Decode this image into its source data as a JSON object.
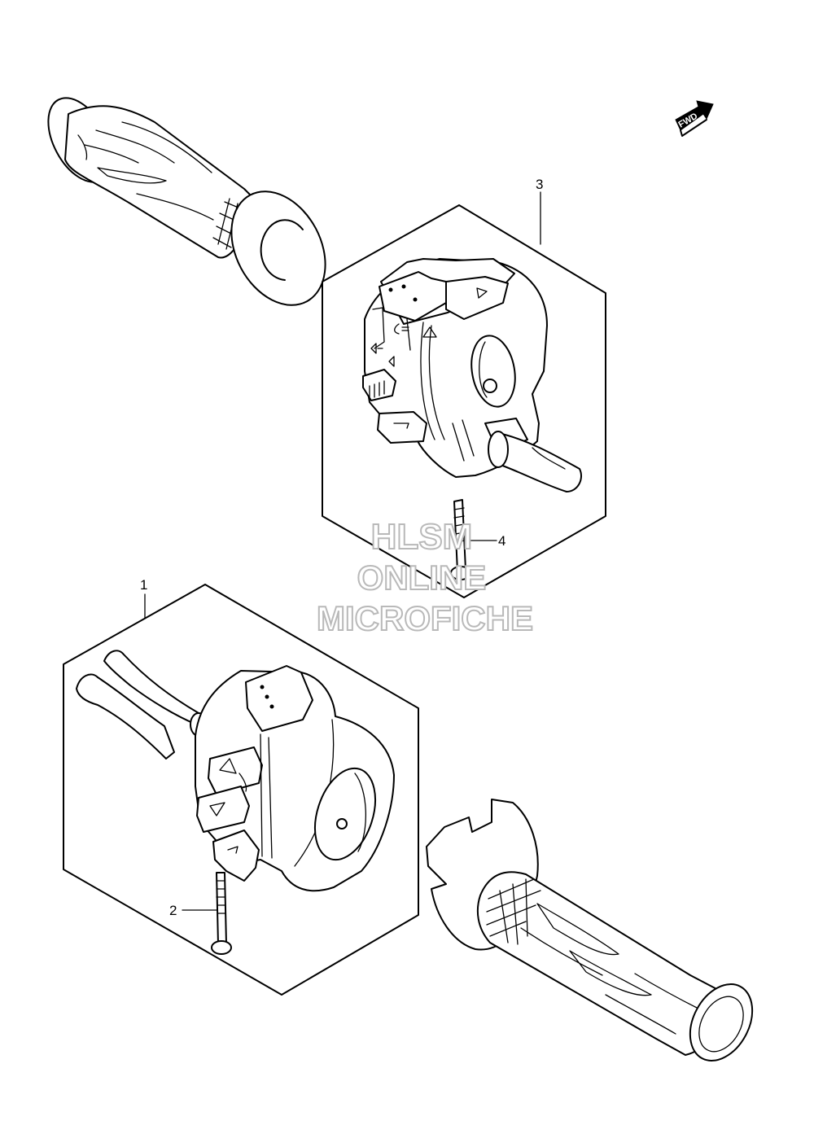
{
  "callouts": {
    "part_1": "1",
    "part_2": "2",
    "part_3": "3",
    "part_4": "4"
  },
  "fwd_label": "FWD",
  "watermark": {
    "line1": "HLSM",
    "line2": "ONLINE",
    "line3": "MICROFICHE"
  }
}
